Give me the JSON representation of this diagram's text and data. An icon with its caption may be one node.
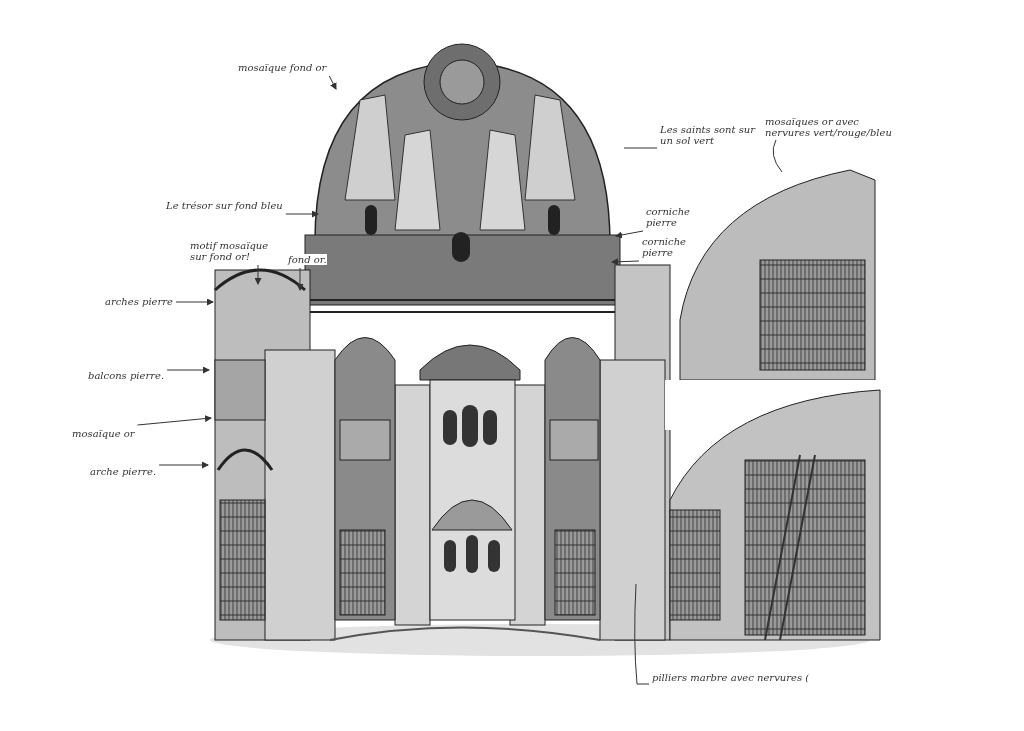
{
  "diagram": {
    "nodes": [
      {
        "text": [
          "mosaïque fond or"
        ]
      },
      {
        "text": [
          "Les saints sont sur un sol vert"
        ]
      },
      {
        "text": [
          "mosaïques or avec nervures vert/rouge/bleu"
        ]
      },
      {
        "text": [
          "corniche pierre"
        ]
      },
      {
        "text": [
          "corniche pierre"
        ]
      },
      {
        "text": [
          "Le trésor sur fond bleu"
        ]
      },
      {
        "text": [
          "motif mosaïque sur fond or!"
        ]
      },
      {
        "text": [
          "fond or."
        ]
      },
      {
        "text": [
          "arches pierre"
        ]
      },
      {
        "text": [
          "balcons pierre."
        ]
      },
      {
        "text": [
          "mosaïque or"
        ]
      },
      {
        "text": [
          "arche pierre."
        ]
      },
      {
        "text": [
          "pilliers marbre avec nervures ("
        ]
      }
    ],
    "edges": [
      {
        "from": 0,
        "to": null,
        "arrow": "to"
      },
      {
        "from": 1,
        "to": null,
        "arrow": "none"
      },
      {
        "from": 2,
        "to": null,
        "arrow": "none"
      },
      {
        "from": 3,
        "to": null,
        "arrow": "to"
      },
      {
        "from": 4,
        "to": null,
        "arrow": "to"
      },
      {
        "from": 5,
        "to": null,
        "arrow": "to"
      },
      {
        "from": 6,
        "to": null,
        "arrow": "to"
      },
      {
        "from": 7,
        "to": null,
        "arrow": "to"
      },
      {
        "from": 8,
        "to": null,
        "arrow": "to"
      },
      {
        "from": 9,
        "to": null,
        "arrow": "to"
      },
      {
        "from": 10,
        "to": null,
        "arrow": "to"
      },
      {
        "from": 11,
        "to": null,
        "arrow": "to"
      },
      {
        "from": 12,
        "to": null,
        "arrow": "none"
      }
    ]
  }
}
